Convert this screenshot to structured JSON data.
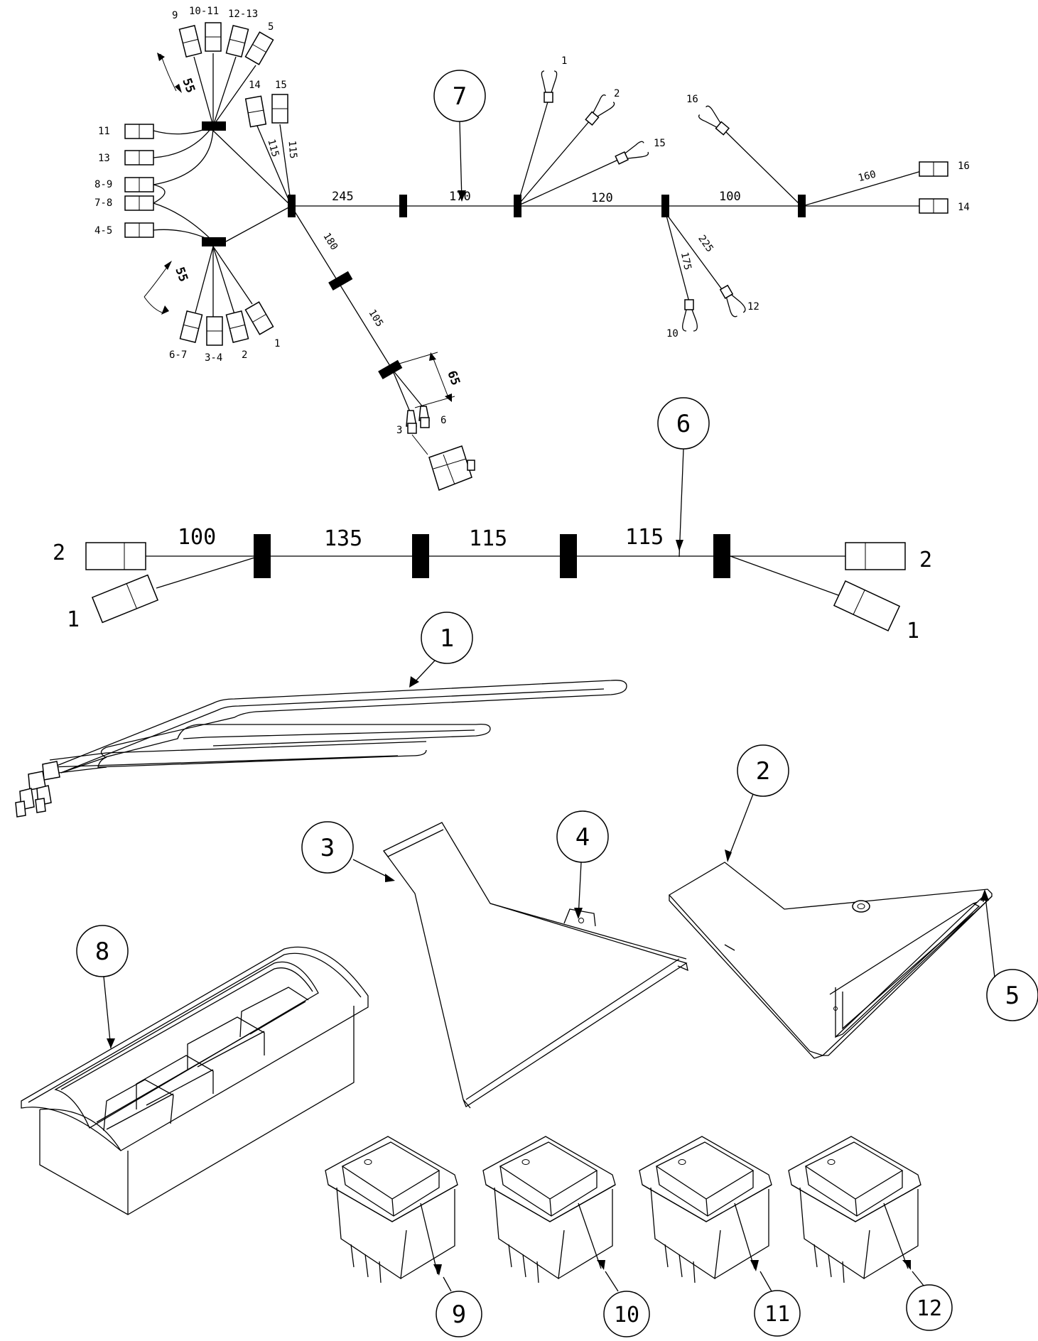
{
  "harness_top": {
    "callout": "7",
    "segments": [
      "245",
      "170",
      "120",
      "100"
    ],
    "branch_lengths": [
      "115",
      "115",
      "180",
      "105",
      "175",
      "225",
      "160"
    ],
    "angle_upper": "55",
    "angle_lower": "55",
    "width_mark": "65",
    "fan_top_labels": [
      "9",
      "10-11",
      "12-13",
      "5"
    ],
    "fan_top_pair": [
      "14",
      "15"
    ],
    "left_labels": [
      "11",
      "13",
      "8-9",
      "7-8",
      "4-5"
    ],
    "fan_bottom_labels": [
      "6-7",
      "3-4",
      "2",
      "1"
    ],
    "fork_labels": [
      "1",
      "2",
      "15",
      "16",
      "12",
      "10"
    ],
    "end_labels": [
      "16",
      "14"
    ],
    "terminal_labels": [
      "3",
      "6"
    ]
  },
  "harness_bottom": {
    "callout": "6",
    "segments": [
      "100",
      "135",
      "115",
      "115"
    ],
    "left_labels": [
      "2",
      "1"
    ],
    "right_labels": [
      "2",
      "1"
    ]
  },
  "parts": {
    "heater": "1",
    "right_bracket": "2",
    "left_bracket": "3",
    "screw": "4",
    "window": "5",
    "switch_panel": "8",
    "switches": [
      "9",
      "10",
      "11",
      "12"
    ]
  }
}
